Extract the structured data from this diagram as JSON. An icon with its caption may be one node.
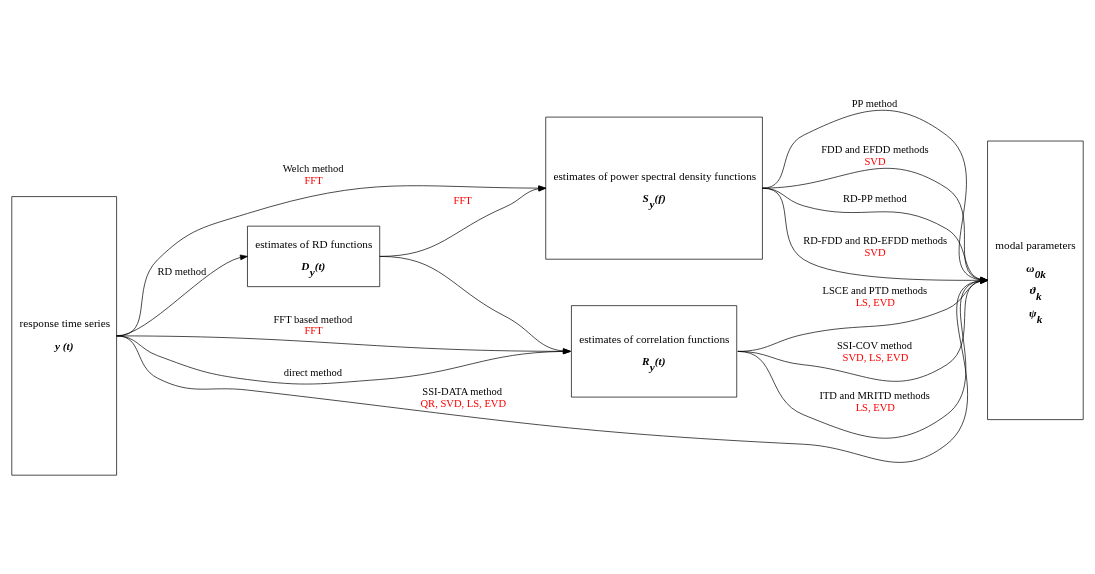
{
  "diagram": {
    "nodes": [
      {
        "text": [
          "response time series",
          "y (t)"
        ]
      },
      {
        "text": [
          "estimates of RD functions",
          "D$_{y}$(t)"
        ]
      },
      {
        "text": [
          "estimates of power spectral density functions",
          "S$_{y}$(f)"
        ]
      },
      {
        "text": [
          "estimates of correlation functions",
          "R$_{y}$(t)"
        ]
      },
      {
        "text": [
          "modal parameters",
          "ω$_{0k}$",
          "ϑ$_{k}$",
          "ψ$_{k}$"
        ]
      }
    ],
    "edges": [
      {
        "from": 0,
        "to": 2,
        "arrow": "to",
        "label": "Welch method"
      },
      {
        "from": 0,
        "to": 1,
        "arrow": "to",
        "label": "RD method"
      },
      {
        "from": 1,
        "to": 2,
        "arrow": "to"
      },
      {
        "from": 1,
        "to": 3,
        "arrow": "to"
      },
      {
        "from": 0,
        "to": 3,
        "arrow": "to",
        "label": "direct method"
      },
      {
        "from": 0,
        "to": 3,
        "arrow": "to",
        "label": "FFT based method"
      },
      {
        "from": 0,
        "to": 4,
        "arrow": "to",
        "label": "SSI-DATA method"
      },
      {
        "from": 2,
        "to": 4,
        "arrow": "to",
        "label": "PP method"
      },
      {
        "from": 2,
        "to": 4,
        "arrow": "to",
        "label": "FDD and EFDD methods"
      },
      {
        "from": 2,
        "to": 4,
        "arrow": "to",
        "label": "RD-PP method"
      },
      {
        "from": 2,
        "to": 4,
        "arrow": "to",
        "label": "RD-FDD and RD-EFDD methods"
      },
      {
        "from": 3,
        "to": 4,
        "arrow": "to",
        "label": "ITD and MRITD methods"
      },
      {
        "from": 3,
        "to": 4,
        "arrow": "to",
        "label": "LSCE and PTD methods"
      },
      {
        "from": 3,
        "to": 4,
        "arrow": "to",
        "label": "SSI-COV method"
      }
    ],
    "labels": [
      "SVD",
      "FFT",
      "FFT",
      "SVD",
      "LS, EVD",
      "LS, EVD",
      "FFT",
      "SVD, LS, EVD",
      "QR, SVD, LS, EVD"
    ]
  }
}
